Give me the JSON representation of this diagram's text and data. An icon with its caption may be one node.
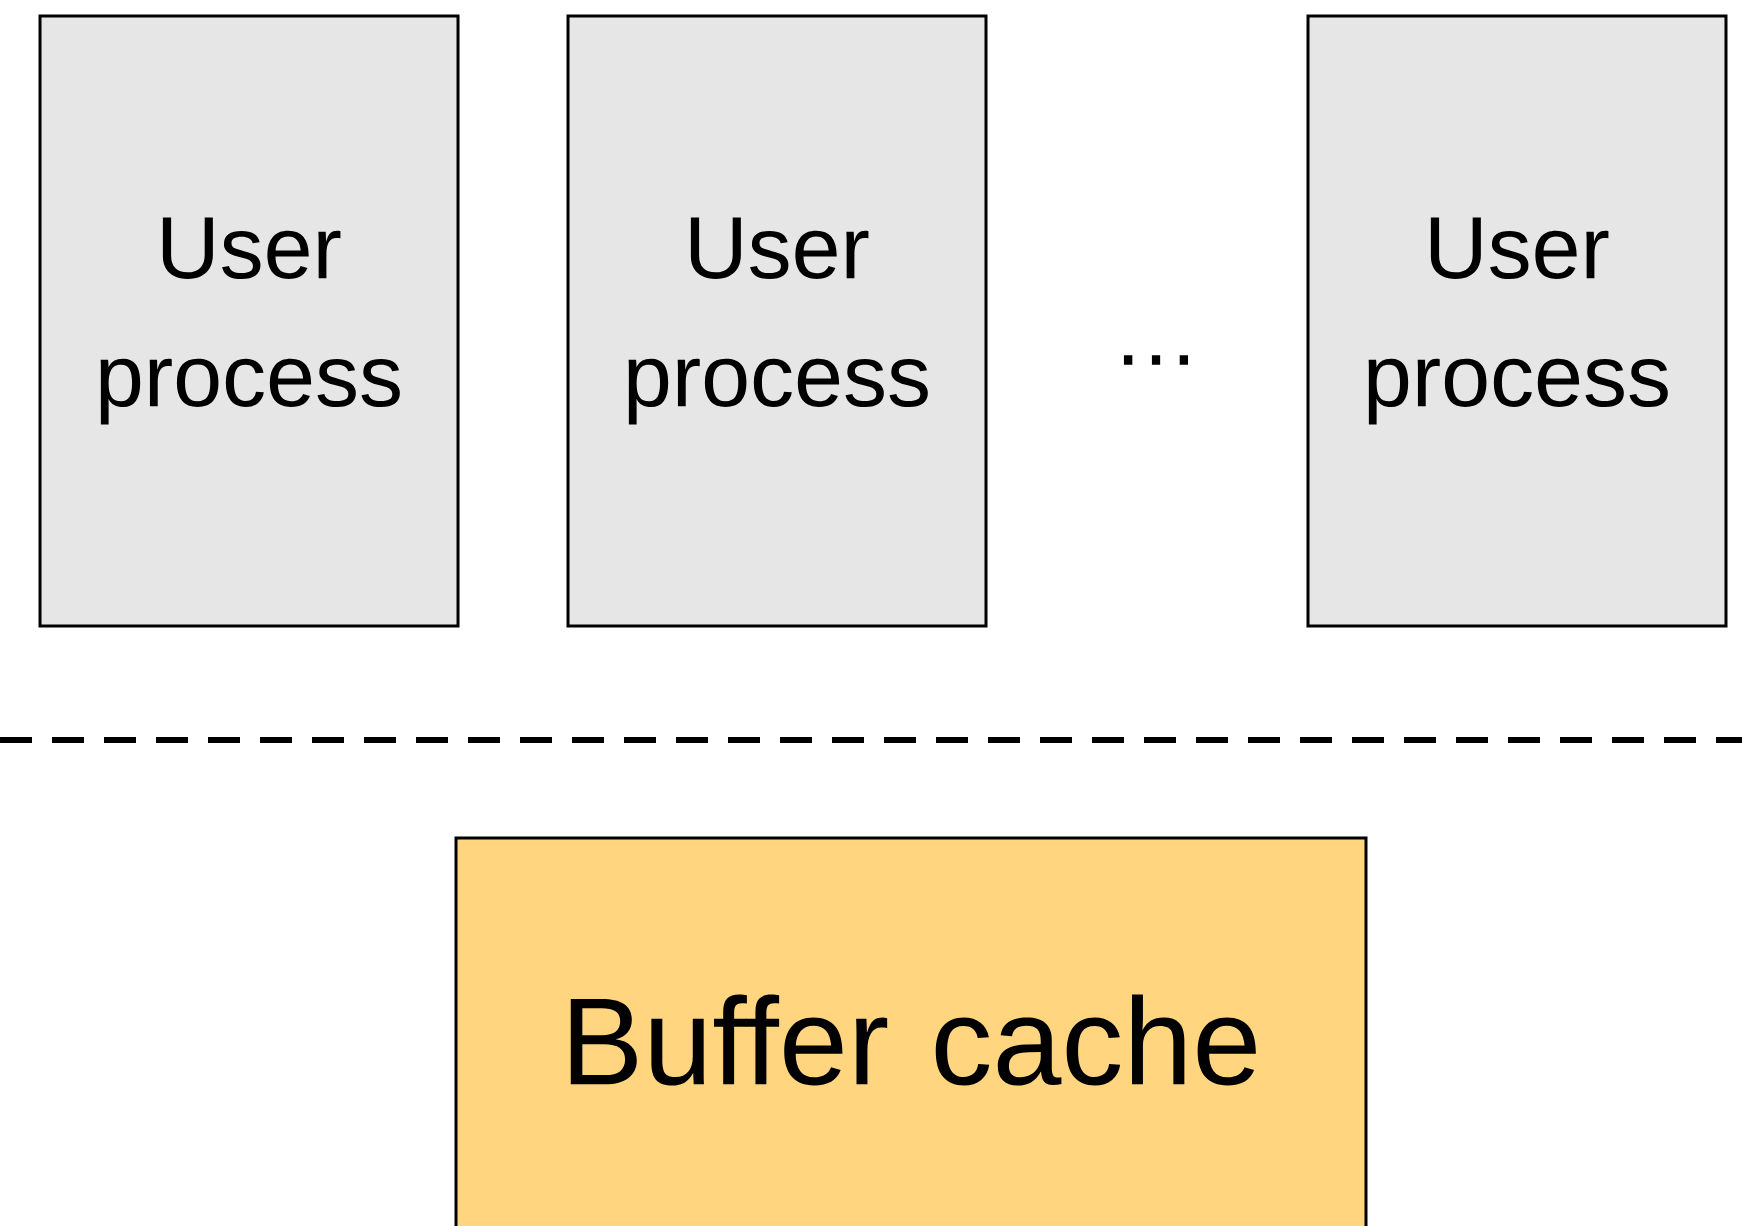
{
  "diagram": {
    "nodes": [
      {
        "text": [
          "User process"
        ]
      },
      {
        "text": [
          "User process"
        ]
      },
      {
        "text": [
          "User process"
        ]
      },
      {
        "text": [
          "Buffer cache"
        ]
      }
    ],
    "labels": [
      "…"
    ]
  }
}
